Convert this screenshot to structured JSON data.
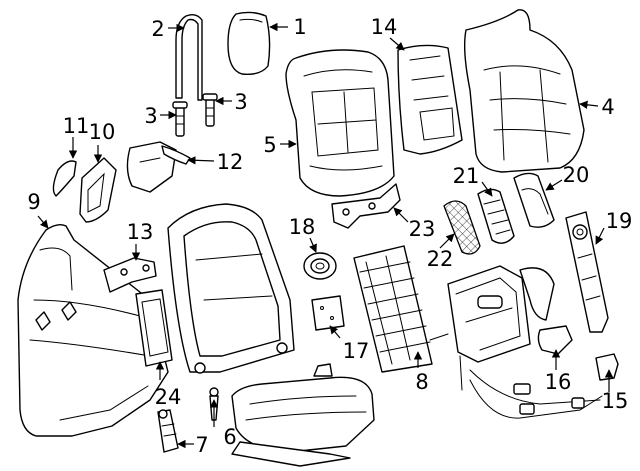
{
  "callouts": [
    "1",
    "2",
    "3",
    "3",
    "4",
    "5",
    "6",
    "7",
    "8",
    "9",
    "10",
    "11",
    "12",
    "13",
    "14",
    "15",
    "16",
    "17",
    "18",
    "19",
    "20",
    "21",
    "22",
    "23",
    "24"
  ],
  "colors": {
    "line": "#000000",
    "background": "#ffffff"
  }
}
